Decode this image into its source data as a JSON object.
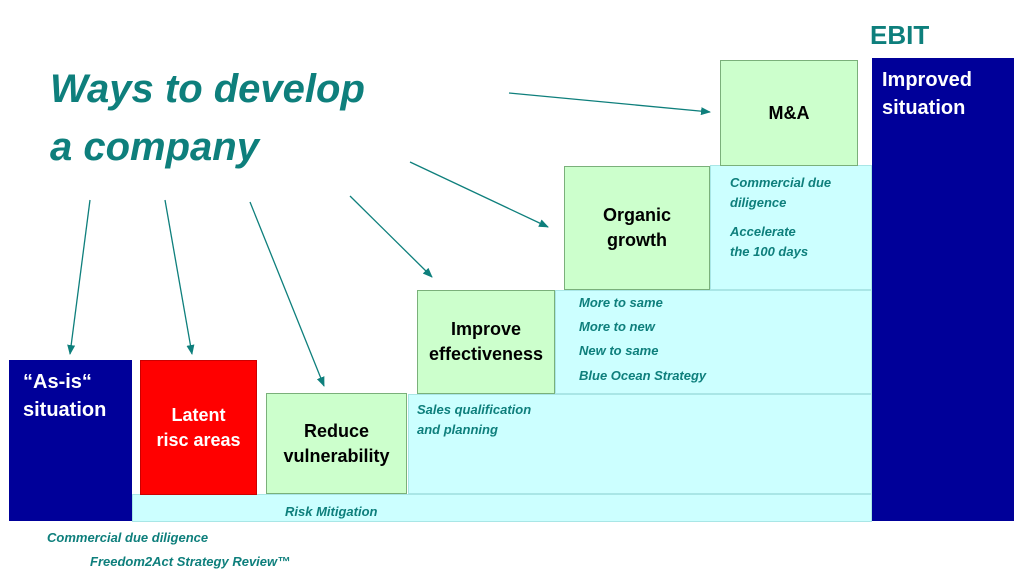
{
  "title": "Ways to develop\na company",
  "ebit_label": "EBIT",
  "improved": "Improved\nsituation",
  "as_is": "“As-is“\nsituation",
  "latent": "Latent\nrisc areas",
  "reduce": "Reduce\nvulnerability",
  "improve": "Improve\neffectiveness",
  "organic": "Organic\ngrowth",
  "ma": "M&A",
  "notes": {
    "risk": "Risk Mitigation",
    "sales": "Sales qualification\nand planning",
    "more_same": "More to same",
    "more_new": "More to new",
    "new_same": "New to same",
    "blue_ocean": "Blue Ocean Strategy",
    "cdd_top": "Commercial due\ndiligence",
    "accelerate": "Accelerate\nthe 100 days",
    "cdd_bottom": "Commercial due diligence",
    "freedom": "Freedom2Act Strategy Review™"
  },
  "colors": {
    "teal": "#0e7f7c",
    "navy": "#000099",
    "red": "#ff0000",
    "step_green": "#ccffcc",
    "cyan": "#ccffff"
  }
}
